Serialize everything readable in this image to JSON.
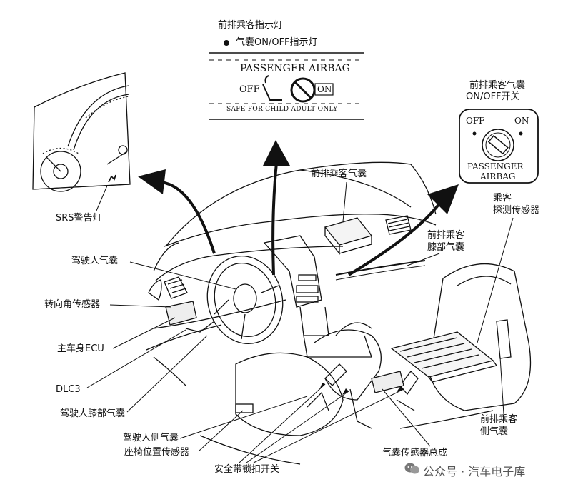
{
  "indicator_panel": {
    "title": "前排乘客指示灯",
    "bullet_label": "气囊ON/OFF指示灯",
    "heading": "PASSENGER AIRBAG",
    "off": "OFF",
    "on": "ON",
    "footer": "SAFE FOR CHILD ADULT ONLY"
  },
  "switch_panel": {
    "title_line1": "前排乘客气囊",
    "title_line2": "ON/OFF开关",
    "off": "OFF",
    "on": "ON",
    "caption_line1": "PASSENGER",
    "caption_line2": "AIRBAG"
  },
  "labels": {
    "srs_warning": "SRS警告灯",
    "driver_airbag": "驾驶人气囊",
    "steering_sensor": "转向角传感器",
    "main_body_ecu": "主车身ECU",
    "dlc3": "DLC3",
    "driver_knee_airbag": "驾驶人膝部气囊",
    "driver_side_airbag": "驾驶人侧气囊",
    "seat_position_sensor": "座椅位置传感器",
    "seatbelt_buckle_switch": "安全带锁扣开关",
    "passenger_airbag": "前排乘客气囊",
    "passenger_knee_airbag_line1": "前排乘客",
    "passenger_knee_airbag_line2": "膝部气囊",
    "occupant_sensor_line1": "乘客",
    "occupant_sensor_line2": "探测传感器",
    "airbag_sensor_assembly": "气囊传感器总成",
    "passenger_side_airbag_line1": "前排乘客",
    "passenger_side_airbag_line2": "侧气囊"
  },
  "watermark": {
    "text": "公众号 · 汽车电子库",
    "icon": "wechat-icon"
  }
}
